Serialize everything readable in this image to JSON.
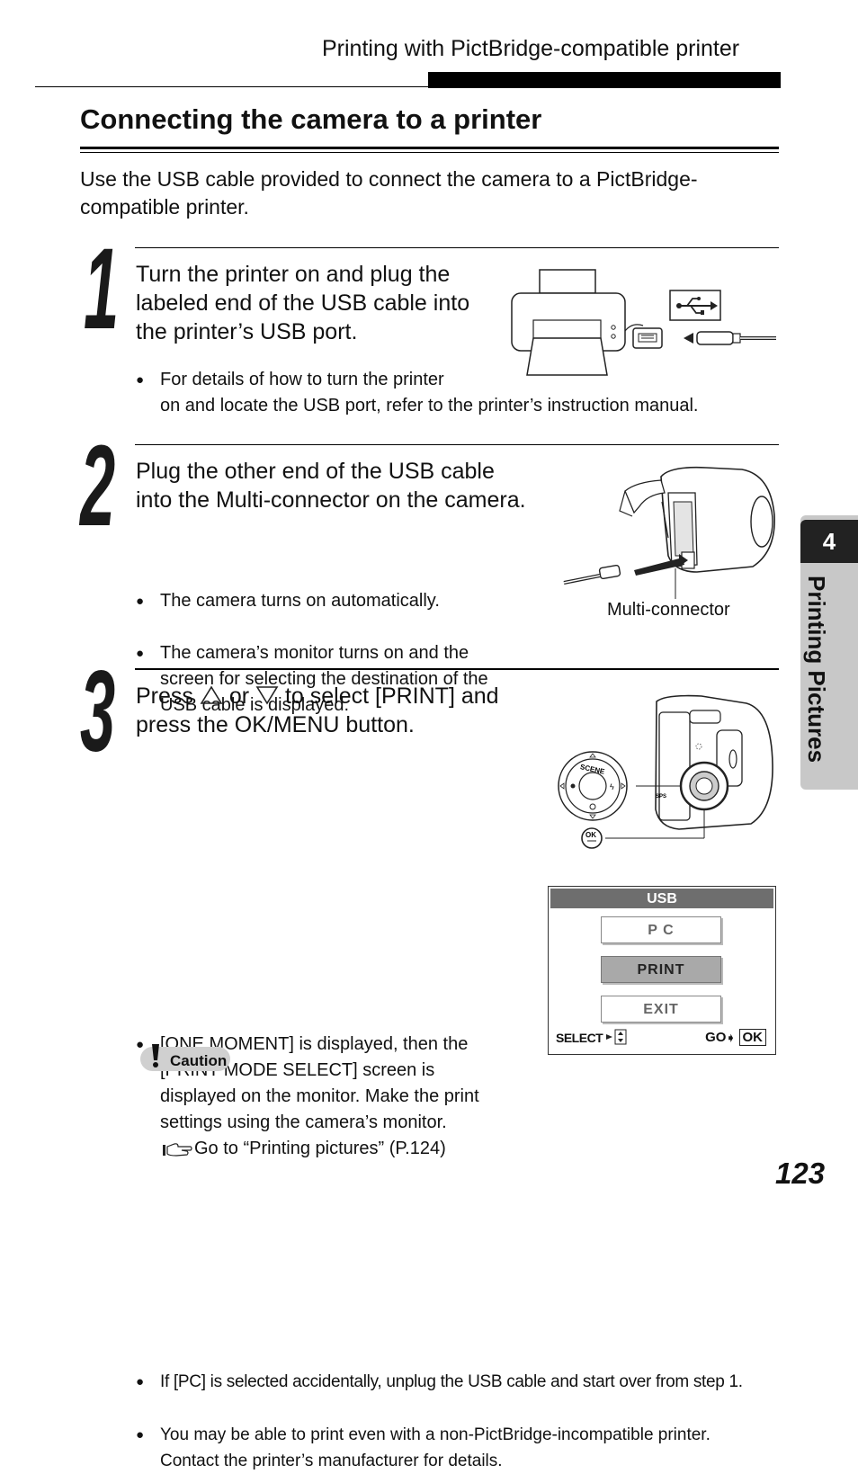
{
  "header": {
    "running_title": "Printing with PictBridge-compatible printer"
  },
  "section": {
    "title": "Connecting the camera to a printer",
    "intro": "Use the USB cable provided to connect the camera to a PictBridge-compatible printer."
  },
  "steps": [
    {
      "number": "1",
      "lines": [
        "Turn the printer on and plug the",
        "labeled end of the USB cable into",
        "the printer’s USB port."
      ],
      "bullets": [
        [
          "For details of how to turn the printer",
          "on and locate the USB port, refer to the printer’s instruction manual."
        ]
      ]
    },
    {
      "number": "2",
      "lines": [
        "Plug the other end of the USB cable",
        "into the Multi-connector on the camera."
      ],
      "bullets": [
        [
          "The camera turns on automatically."
        ],
        [
          "The camera’s monitor turns on and the",
          "screen for selecting the destination of the",
          "USB cable is displayed."
        ]
      ],
      "figure_label": "Multi-connector"
    },
    {
      "number": "3",
      "line1_pre": "Press",
      "line1_mid": "or",
      "line1_post": "to select [PRINT] and",
      "line2": "press the OK/MENU button.",
      "bullet_lines": [
        "[ONE MOMENT] is displayed, then the",
        "[PRINT MODE SELECT] screen is",
        "displayed on the monitor. Make the print",
        "settings using the camera’s monitor."
      ],
      "reference": "Go to “Printing pictures” (P.124)",
      "dial_label": "SCENE",
      "ok_label": "OK"
    }
  ],
  "lcd_screen": {
    "title": "USB",
    "options": [
      "P C",
      "PRINT",
      "EXIT"
    ],
    "selected": "PRINT",
    "footer_left": "SELECT",
    "footer_right": "GO",
    "footer_ok": "OK"
  },
  "caution": {
    "label": "Caution",
    "bullets": [
      "If [PC] is selected accidentally, unplug the USB cable and start over from step 1.",
      [
        "You may be able to print even with a non-PictBridge-incompatible printer.",
        "Contact the printer’s manufacturer for details."
      ]
    ]
  },
  "side_tab": {
    "chapter_number": "4",
    "chapter_title": "Printing Pictures"
  },
  "page_number": "123",
  "icons": [
    "usb-icon",
    "printer-icon",
    "camera-icon",
    "reference-icon",
    "caution-icon",
    "up-arrow-icon",
    "down-arrow-icon"
  ]
}
